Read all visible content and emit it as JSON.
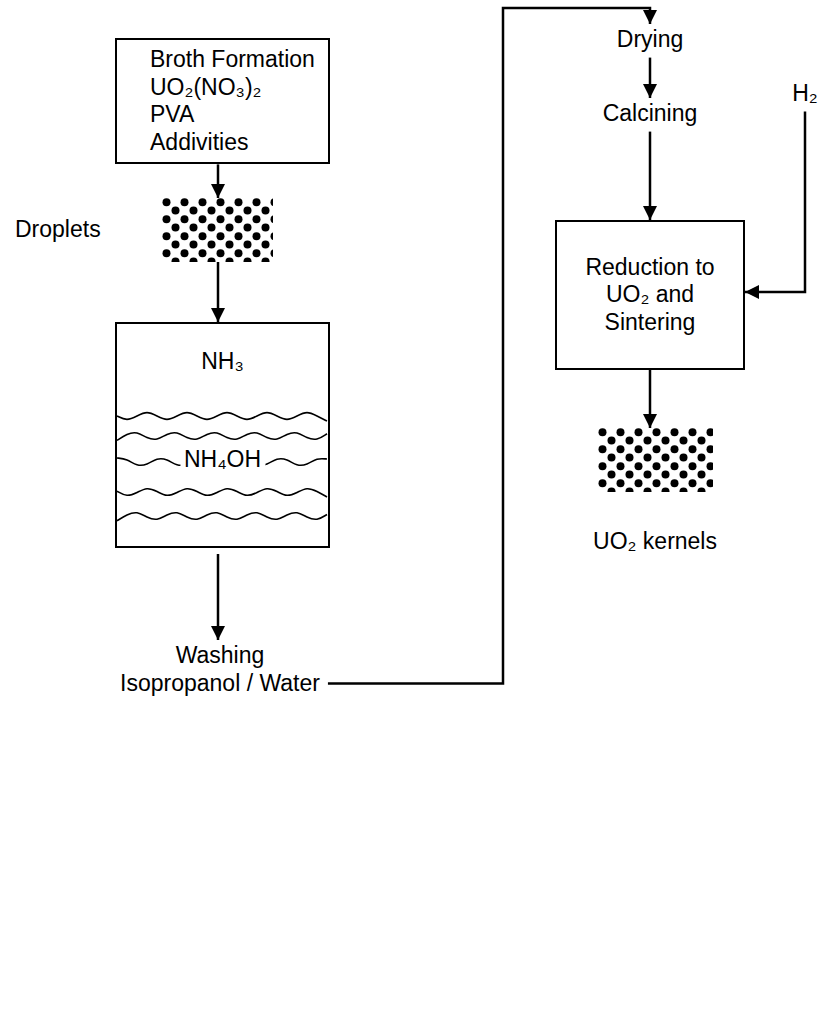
{
  "diagram": {
    "nodes": [
      {
        "text": [
          "Broth Formation",
          "UO₂(NO₃)₂",
          "PVA",
          "Addivities"
        ]
      },
      {
        "text": [
          "Droplets"
        ]
      },
      {
        "text": [
          "NH₃",
          "NH₄OH"
        ]
      },
      {
        "text": [
          "Washing",
          "Isopropanol / Water"
        ]
      },
      {
        "text": [
          "Drying"
        ]
      },
      {
        "text": [
          "Calcining"
        ]
      },
      {
        "text": [
          "H₂"
        ]
      },
      {
        "text": [
          "Reduction to UO₂ and Sintering"
        ]
      },
      {
        "text": [
          "UO₂ kernels"
        ]
      }
    ],
    "edges": [
      {
        "from": 0,
        "to": 1,
        "arrow": "to"
      },
      {
        "from": 1,
        "to": 2,
        "arrow": "to"
      },
      {
        "from": 2,
        "to": 3,
        "arrow": "to"
      },
      {
        "from": 3,
        "to": 4,
        "arrow": "to"
      },
      {
        "from": 4,
        "to": 5,
        "arrow": "to"
      },
      {
        "from": 5,
        "to": 7,
        "arrow": "to"
      },
      {
        "from": 6,
        "to": 7,
        "arrow": "to"
      },
      {
        "from": 7,
        "to": 8,
        "arrow": "to"
      }
    ]
  }
}
